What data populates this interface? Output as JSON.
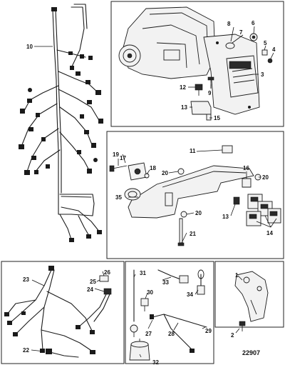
{
  "drawing_number": "22907",
  "callouts": {
    "c1": "1",
    "c2": "2",
    "c3": "3",
    "c4": "4",
    "c5": "5",
    "c6": "6",
    "c7": "7",
    "c8": "8",
    "c9": "9",
    "c10": "10",
    "c11": "11",
    "c12": "12",
    "c13": "13",
    "c14": "14",
    "c15": "15",
    "c16": "16",
    "c17": "17",
    "c18": "18",
    "c19": "19",
    "c20": "20",
    "c21": "21",
    "c22": "22",
    "c23": "23",
    "c24": "24",
    "c25": "25",
    "c26": "26",
    "c27": "27",
    "c28": "28",
    "c29": "29",
    "c30": "30",
    "c31": "31",
    "c32": "32",
    "c33": "33",
    "c34": "34",
    "c35": "35"
  }
}
